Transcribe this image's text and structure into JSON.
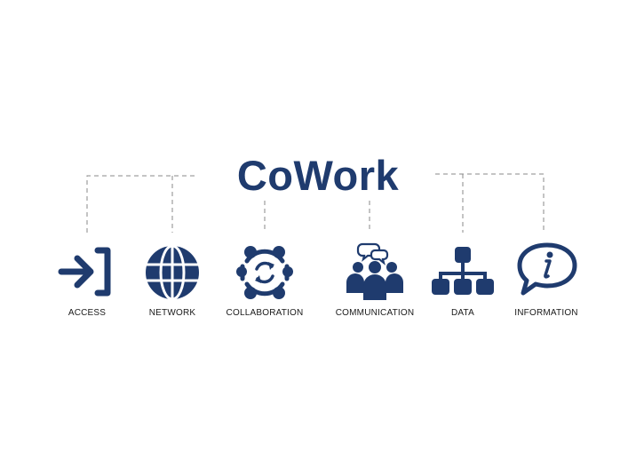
{
  "title": "CoWork",
  "colors": {
    "primary": "#1f3b6e",
    "connector": "#8a8a8a",
    "label": "#1a1a1a"
  },
  "items": [
    {
      "label": "ACCESS",
      "icon": "access-icon"
    },
    {
      "label": "NETWORK",
      "icon": "globe-icon"
    },
    {
      "label": "COLLABORATION",
      "icon": "collaboration-cycle-icon"
    },
    {
      "label": "COMMUNICATION",
      "icon": "people-chat-icon"
    },
    {
      "label": "DATA",
      "icon": "hierarchy-icon"
    },
    {
      "label": "INFORMATION",
      "icon": "info-speech-bubble-icon"
    }
  ]
}
